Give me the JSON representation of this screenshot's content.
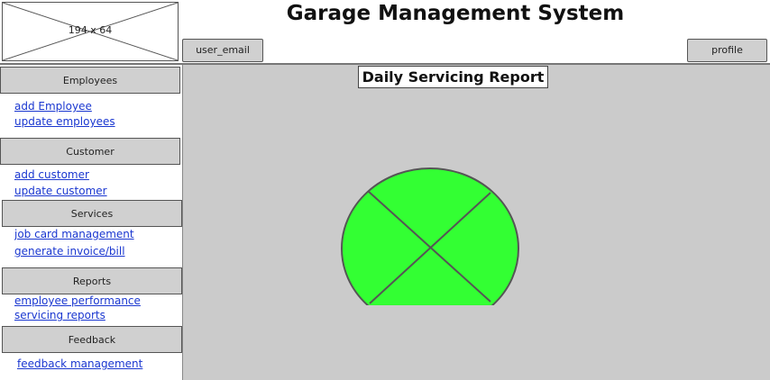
{
  "header": {
    "logo_placeholder": "194 x 64",
    "app_title": "Garage Management System",
    "user_email_button": "user_email",
    "profile_button": "profile"
  },
  "sidebar": {
    "sections": [
      {
        "title": "Employees",
        "links": [
          "add Employee",
          "update employees"
        ]
      },
      {
        "title": "Customer",
        "links": [
          "add customer",
          "update customer"
        ]
      },
      {
        "title": "Services",
        "links": [
          "job card management",
          "generate invoice/bill"
        ]
      },
      {
        "title": "Reports",
        "links": [
          "employee performance",
          "servicing reports"
        ]
      },
      {
        "title": "Feedback",
        "links": [
          "feedback management"
        ]
      }
    ]
  },
  "main": {
    "report_title": "Daily Servicing Report",
    "pie_chart_icon": "pie-chart-icon",
    "pie_color": "#33ff33"
  }
}
